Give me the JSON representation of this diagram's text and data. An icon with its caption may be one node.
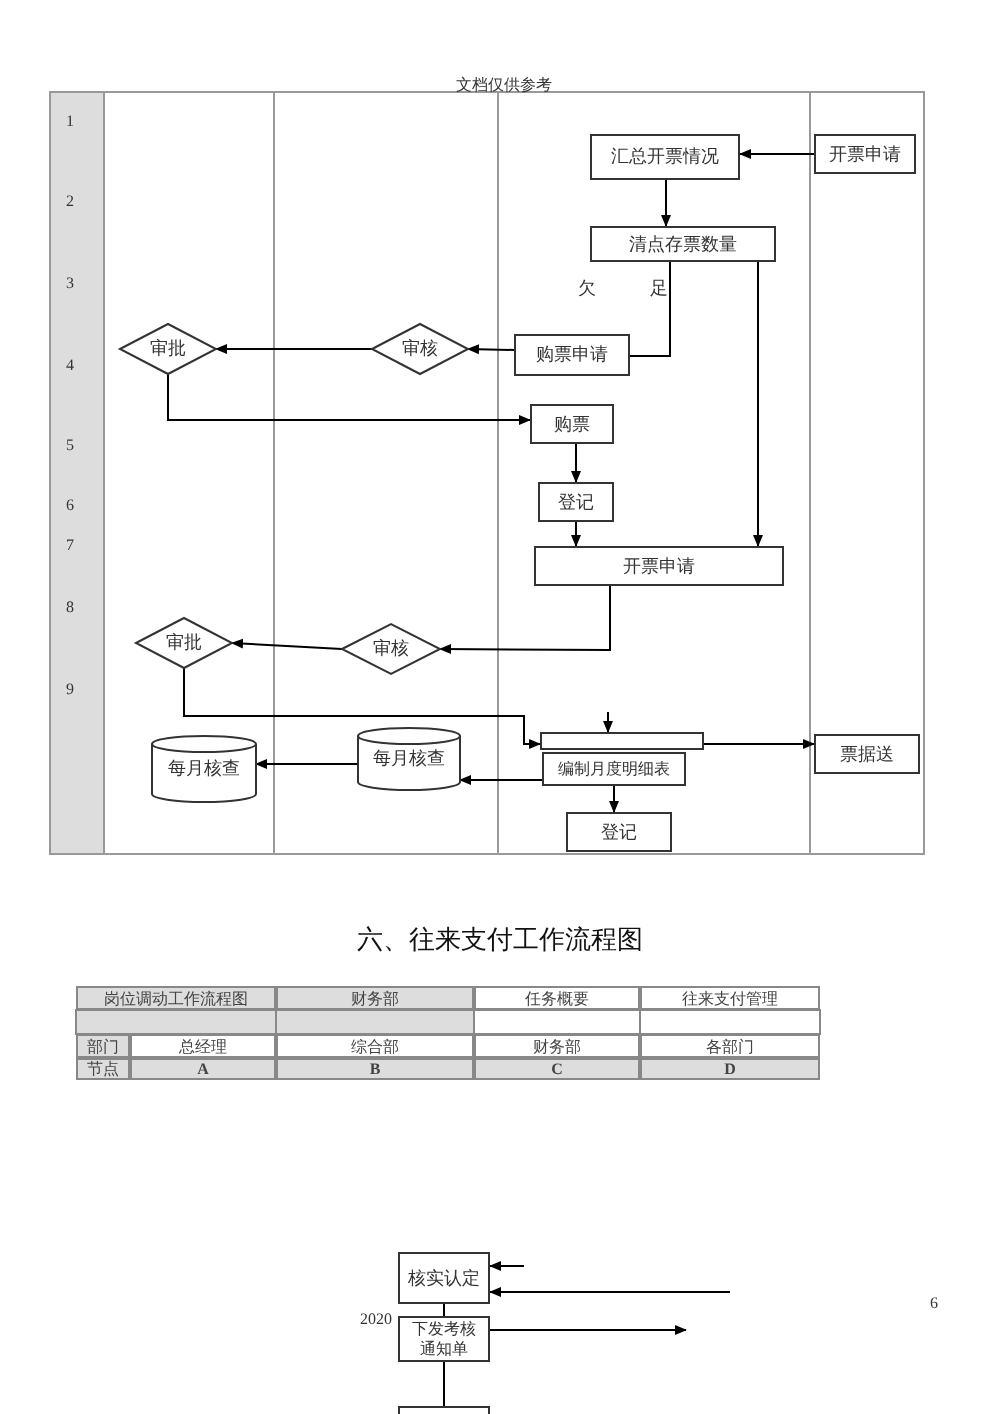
{
  "diagram": {
    "title": "六、往来支付工作流程图",
    "nodes": [
      {
        "text": [
          "汇总开票情况"
        ]
      },
      {
        "text": [
          "开票申请"
        ]
      },
      {
        "text": [
          "清点存票数量"
        ]
      },
      {
        "text": [
          "购票申请"
        ]
      },
      {
        "text": [
          "审核"
        ]
      },
      {
        "text": [
          "审批"
        ]
      },
      {
        "text": [
          "购票"
        ]
      },
      {
        "text": [
          "登记"
        ]
      },
      {
        "text": [
          "开票申请"
        ]
      },
      {
        "text": [
          "审核"
        ]
      },
      {
        "text": [
          "审批"
        ]
      },
      {
        "text": [
          "每月核查"
        ]
      },
      {
        "text": [
          "每月核查"
        ]
      },
      {
        "text": [],
        "shape": "box"
      },
      {
        "text": [
          "编制月度明细表"
        ]
      },
      {
        "text": [
          "登记"
        ]
      },
      {
        "text": [
          "票据送"
        ]
      },
      {
        "text": [
          "核实认定"
        ]
      },
      {
        "text": [
          "下发考核通知单"
        ]
      },
      {
        "text": [],
        "shape": "box"
      }
    ],
    "edges": [
      {
        "from": 1,
        "to": 0,
        "arrow": "to"
      },
      {
        "from": 0,
        "to": 2,
        "arrow": "to"
      },
      {
        "from": 2,
        "to": 3,
        "arrow": "none"
      },
      {
        "from": 3,
        "to": 4,
        "arrow": "to"
      },
      {
        "from": 4,
        "to": 5,
        "arrow": "to"
      },
      {
        "from": 5,
        "to": 6,
        "arrow": "to"
      },
      {
        "from": 6,
        "to": 7,
        "arrow": "to"
      },
      {
        "from": 7,
        "to": 8,
        "arrow": "to"
      },
      {
        "from": 2,
        "to": 8,
        "arrow": "to"
      },
      {
        "from": 8,
        "to": 9,
        "arrow": "to"
      },
      {
        "from": 9,
        "to": 10,
        "arrow": "to"
      },
      {
        "from": 10,
        "to": 13,
        "arrow": "to"
      },
      {
        "from": 12,
        "to": 11,
        "arrow": "to"
      },
      {
        "from": 14,
        "to": 12,
        "arrow": "to"
      },
      {
        "from": null,
        "to": 13,
        "arrow": "to"
      },
      {
        "from": 14,
        "to": 15,
        "arrow": "to"
      },
      {
        "from": 13,
        "to": 16,
        "arrow": "to"
      },
      {
        "from": null,
        "to": 17,
        "arrow": "to"
      },
      {
        "from": null,
        "to": 17,
        "arrow": "to"
      },
      {
        "from": 17,
        "to": 18,
        "arrow": "none"
      },
      {
        "from": 18,
        "to": null,
        "arrow": "to"
      },
      {
        "from": 18,
        "to": 19,
        "arrow": "none"
      }
    ],
    "labels": [
      "文档仅供参考",
      "1",
      "2",
      "3",
      "4",
      "5",
      "6",
      "7",
      "8",
      "9",
      "欠",
      "足",
      "岗位调动工作流程图",
      "财务部",
      "任务概要",
      "往来支付管理",
      "部门",
      "总经理",
      "综合部",
      "财务部",
      "各部门",
      "节点",
      "A",
      "B",
      "C",
      "D",
      "2020",
      "6"
    ]
  }
}
